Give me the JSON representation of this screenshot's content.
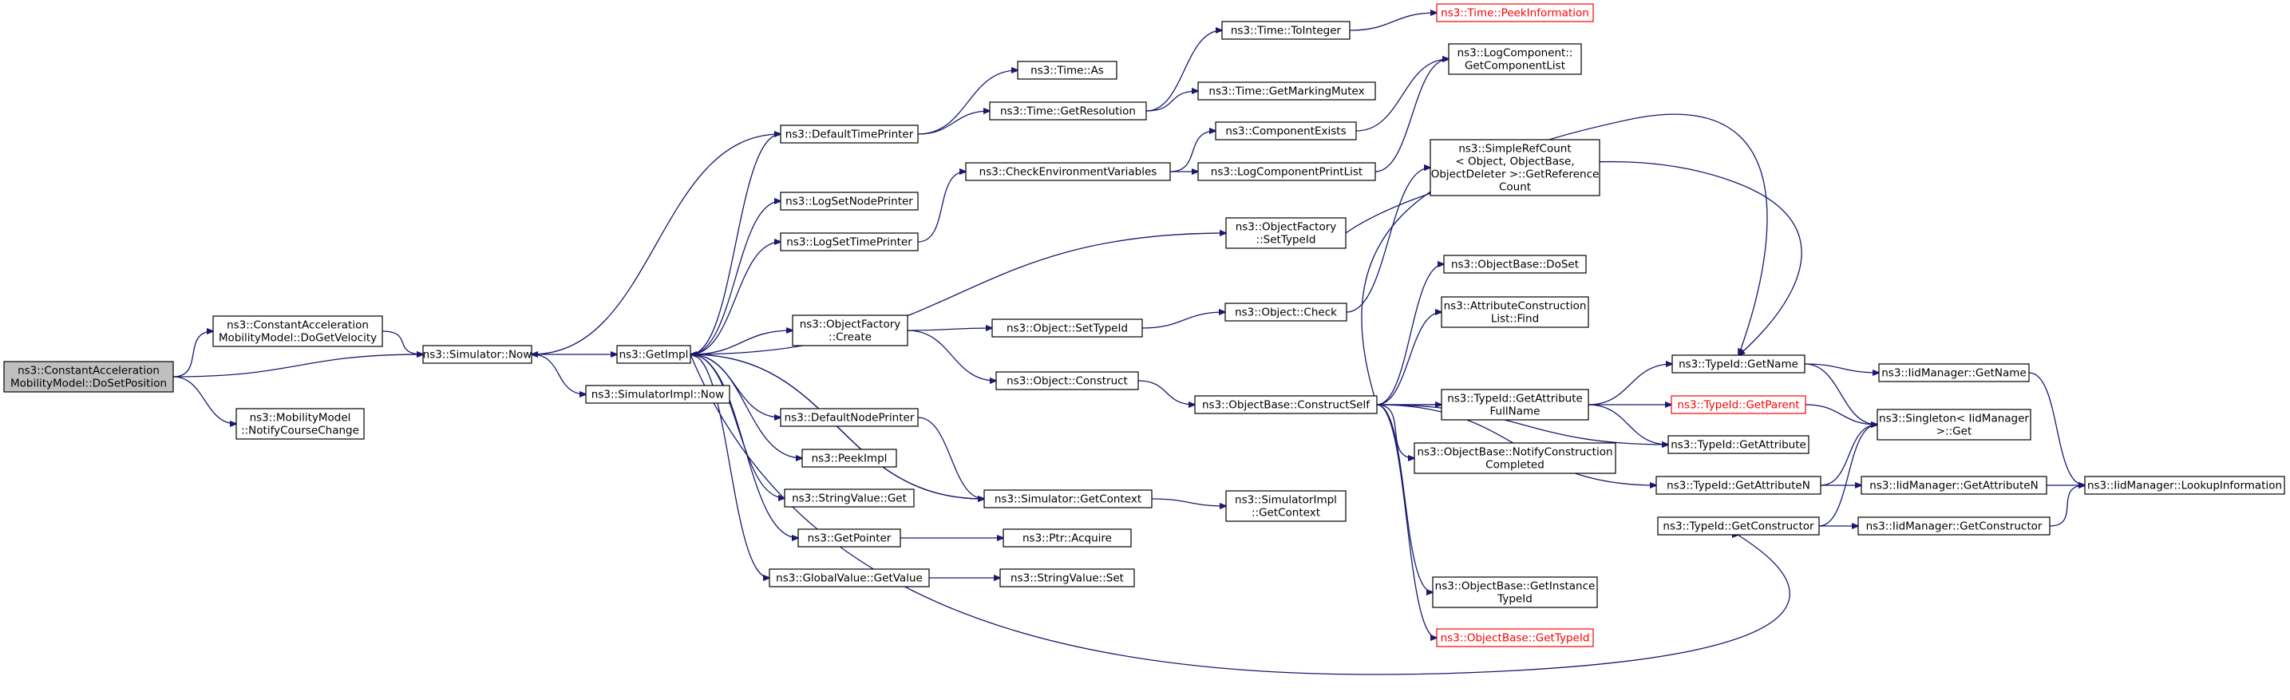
{
  "graph": {
    "colors": {
      "edge": "#191970",
      "root_fill": "#bfbfbf",
      "missing_doc": "#ff0000"
    },
    "nodes": [
      {
        "id": "n_root",
        "name": "node-constantaccelerationmobilitymodel-dosetposition",
        "lines": [
          "ns3::ConstantAcceleration",
          "MobilityModel::DoSetPosition"
        ],
        "style": "root"
      },
      {
        "id": "n_dogetvelocity",
        "name": "node-constantaccelerationmobilitymodel-dogetvelocity",
        "lines": [
          "ns3::ConstantAcceleration",
          "MobilityModel::DoGetVelocity"
        ]
      },
      {
        "id": "n_notifycoursechange",
        "name": "node-mobilitymodel-notifycoursechange",
        "lines": [
          "ns3::MobilityModel",
          "::NotifyCourseChange"
        ]
      },
      {
        "id": "n_simnow",
        "name": "node-simulator-now",
        "lines": [
          "ns3::Simulator::Now"
        ]
      },
      {
        "id": "n_getimpl",
        "name": "node-getimpl",
        "lines": [
          "ns3::GetImpl"
        ]
      },
      {
        "id": "n_simimplnow",
        "name": "node-simulatorimpl-now",
        "lines": [
          "ns3::SimulatorImpl::Now"
        ]
      },
      {
        "id": "n_defaulttimeprinter",
        "name": "node-defaulttimeprinter",
        "lines": [
          "ns3::DefaultTimePrinter"
        ]
      },
      {
        "id": "n_logsetnodeprinter",
        "name": "node-logsetnodeprinter",
        "lines": [
          "ns3::LogSetNodePrinter"
        ]
      },
      {
        "id": "n_logsettimeprinter",
        "name": "node-logsettimeprinter",
        "lines": [
          "ns3::LogSetTimePrinter"
        ]
      },
      {
        "id": "n_objfactorycreate",
        "name": "node-objectfactory-create",
        "lines": [
          "ns3::ObjectFactory",
          "::Create"
        ]
      },
      {
        "id": "n_defaultnodeprinter",
        "name": "node-defaultnodeprinter",
        "lines": [
          "ns3::DefaultNodePrinter"
        ]
      },
      {
        "id": "n_peekimpl",
        "name": "node-peekimpl",
        "lines": [
          "ns3::PeekImpl"
        ]
      },
      {
        "id": "n_stringvalueget",
        "name": "node-stringvalue-get",
        "lines": [
          "ns3::StringValue::Get"
        ]
      },
      {
        "id": "n_getpointer",
        "name": "node-getpointer",
        "lines": [
          "ns3::GetPointer"
        ]
      },
      {
        "id": "n_globalvaluegetvalue",
        "name": "node-globalvalue-getvalue",
        "lines": [
          "ns3::GlobalValue::GetValue"
        ]
      },
      {
        "id": "n_timeas",
        "name": "node-time-as",
        "lines": [
          "ns3::Time::As"
        ]
      },
      {
        "id": "n_timegetresolution",
        "name": "node-time-getresolution",
        "lines": [
          "ns3::Time::GetResolution"
        ]
      },
      {
        "id": "n_checkenv",
        "name": "node-checkenvironmentvariables",
        "lines": [
          "ns3::CheckEnvironmentVariables"
        ]
      },
      {
        "id": "n_objsettypeid",
        "name": "node-object-settypeid",
        "lines": [
          "ns3::Object::SetTypeId"
        ]
      },
      {
        "id": "n_objconstruct",
        "name": "node-object-construct",
        "lines": [
          "ns3::Object::Construct"
        ]
      },
      {
        "id": "n_simgetcontext",
        "name": "node-simulator-getcontext",
        "lines": [
          "ns3::Simulator::GetContext"
        ]
      },
      {
        "id": "n_ptracquire",
        "name": "node-ptr-acquire",
        "lines": [
          "ns3::Ptr::Acquire"
        ]
      },
      {
        "id": "n_stringvalueset",
        "name": "node-stringvalue-set",
        "lines": [
          "ns3::StringValue::Set"
        ]
      },
      {
        "id": "n_timetointeger",
        "name": "node-time-tointeger",
        "lines": [
          "ns3::Time::ToInteger"
        ]
      },
      {
        "id": "n_timegetmarkingmutex",
        "name": "node-time-getmarkingmutex",
        "lines": [
          "ns3::Time::GetMarkingMutex"
        ]
      },
      {
        "id": "n_componentexists",
        "name": "node-componentexists",
        "lines": [
          "ns3::ComponentExists"
        ]
      },
      {
        "id": "n_logcomponentprintlist",
        "name": "node-logcomponentprintlist",
        "lines": [
          "ns3::LogComponentPrintList"
        ]
      },
      {
        "id": "n_objfactorysettypeid",
        "name": "node-objectfactory-settypeid",
        "lines": [
          "ns3::ObjectFactory",
          "::SetTypeId"
        ]
      },
      {
        "id": "n_objcheck",
        "name": "node-object-check",
        "lines": [
          "ns3::Object::Check"
        ]
      },
      {
        "id": "n_constructself",
        "name": "node-objectbase-constructself",
        "lines": [
          "ns3::ObjectBase::ConstructSelf"
        ]
      },
      {
        "id": "n_simimplgetcontext",
        "name": "node-simulatorimpl-getcontext",
        "lines": [
          "ns3::SimulatorImpl",
          "::GetContext"
        ]
      },
      {
        "id": "n_timepeekinfo",
        "name": "node-time-peekinformation",
        "lines": [
          "ns3::Time::PeekInformation"
        ],
        "style": "red"
      },
      {
        "id": "n_logcompgetlist",
        "name": "node-logcomponent-getcomponentlist",
        "lines": [
          "ns3::LogComponent::",
          "GetComponentList"
        ]
      },
      {
        "id": "n_simplerefcount",
        "name": "node-simplerefcount-getreferencecount",
        "lines": [
          "ns3::SimpleRefCount",
          "< Object, ObjectBase,",
          "ObjectDeleter >::GetReference",
          "Count"
        ]
      },
      {
        "id": "n_objbasedoset",
        "name": "node-objectbase-doset",
        "lines": [
          "ns3::ObjectBase::DoSet"
        ]
      },
      {
        "id": "n_attrconstructfind",
        "name": "node-attributeconstructionlist-find",
        "lines": [
          "ns3::AttributeConstruction",
          "List::Find"
        ]
      },
      {
        "id": "n_typeidgetattrfullname",
        "name": "node-typeid-getattributefullname",
        "lines": [
          "ns3::TypeId::GetAttribute",
          "FullName"
        ]
      },
      {
        "id": "n_notifyconstructcompleted",
        "name": "node-objectbase-notifyconstructioncompleted",
        "lines": [
          "ns3::ObjectBase::NotifyConstruction",
          "Completed"
        ]
      },
      {
        "id": "n_getinstancetypeid",
        "name": "node-objectbase-getinstancetypeid",
        "lines": [
          "ns3::ObjectBase::GetInstance",
          "TypeId"
        ]
      },
      {
        "id": "n_objbasegettypeid",
        "name": "node-objectbase-gettypeid",
        "lines": [
          "ns3::ObjectBase::GetTypeId"
        ],
        "style": "red"
      },
      {
        "id": "n_typeidgetname",
        "name": "node-typeid-getname",
        "lines": [
          "ns3::TypeId::GetName"
        ]
      },
      {
        "id": "n_typeidgetparent",
        "name": "node-typeid-getparent",
        "lines": [
          "ns3::TypeId::GetParent"
        ],
        "style": "red"
      },
      {
        "id": "n_typeidgetattribute",
        "name": "node-typeid-getattribute",
        "lines": [
          "ns3::TypeId::GetAttribute"
        ]
      },
      {
        "id": "n_typeidgetattributen",
        "name": "node-typeid-getattributen",
        "lines": [
          "ns3::TypeId::GetAttributeN"
        ]
      },
      {
        "id": "n_typeidgetconstructor",
        "name": "node-typeid-getconstructor",
        "lines": [
          "ns3::TypeId::GetConstructor"
        ]
      },
      {
        "id": "n_iidmgrgetname",
        "name": "node-iidmanager-getname",
        "lines": [
          "ns3::IidManager::GetName"
        ]
      },
      {
        "id": "n_singletonget",
        "name": "node-singleton-iidmanager-get",
        "lines": [
          "ns3::Singleton< IidManager",
          ">::Get"
        ]
      },
      {
        "id": "n_iidmgrgetattrn",
        "name": "node-iidmanager-getattributen",
        "lines": [
          "ns3::IidManager::GetAttributeN"
        ]
      },
      {
        "id": "n_iidmgrgetconstructor",
        "name": "node-iidmanager-getconstructor",
        "lines": [
          "ns3::IidManager::GetConstructor"
        ]
      },
      {
        "id": "n_iidmgrlookup",
        "name": "node-iidmanager-lookupinformation",
        "lines": [
          "ns3::IidManager::LookupInformation"
        ]
      }
    ],
    "edges": [
      [
        "n_root",
        "n_dogetvelocity"
      ],
      [
        "n_root",
        "n_simnow"
      ],
      [
        "n_root",
        "n_notifycoursechange"
      ],
      [
        "n_dogetvelocity",
        "n_simnow"
      ],
      [
        "n_simnow",
        "n_getimpl"
      ],
      [
        "n_simnow",
        "n_simimplnow"
      ],
      [
        "n_getimpl",
        "n_defaulttimeprinter"
      ],
      [
        "n_getimpl",
        "n_logsetnodeprinter"
      ],
      [
        "n_getimpl",
        "n_logsettimeprinter"
      ],
      [
        "n_getimpl",
        "n_objfactorysettypeid"
      ],
      [
        "n_getimpl",
        "n_objfactorycreate"
      ],
      [
        "n_getimpl",
        "n_defaultnodeprinter"
      ],
      [
        "n_getimpl",
        "n_peekimpl"
      ],
      [
        "n_getimpl",
        "n_stringvalueget"
      ],
      [
        "n_getimpl",
        "n_getpointer"
      ],
      [
        "n_getimpl",
        "n_globalvaluegetvalue"
      ],
      [
        "n_getimpl",
        "n_simgetcontext"
      ],
      [
        "n_getimpl",
        "n_typeidgetconstructor"
      ],
      [
        "n_defaulttimeprinter",
        "n_simnow"
      ],
      [
        "n_defaulttimeprinter",
        "n_timeas"
      ],
      [
        "n_defaulttimeprinter",
        "n_timegetresolution"
      ],
      [
        "n_logsettimeprinter",
        "n_checkenv"
      ],
      [
        "n_objfactorycreate",
        "n_objsettypeid"
      ],
      [
        "n_objfactorycreate",
        "n_objconstruct"
      ],
      [
        "n_defaultnodeprinter",
        "n_simgetcontext"
      ],
      [
        "n_simgetcontext",
        "n_getimpl"
      ],
      [
        "n_simgetcontext",
        "n_simimplgetcontext"
      ],
      [
        "n_getpointer",
        "n_ptracquire"
      ],
      [
        "n_globalvaluegetvalue",
        "n_stringvalueset"
      ],
      [
        "n_timegetresolution",
        "n_timetointeger"
      ],
      [
        "n_timegetresolution",
        "n_timegetmarkingmutex"
      ],
      [
        "n_timetointeger",
        "n_timepeekinfo"
      ],
      [
        "n_checkenv",
        "n_componentexists"
      ],
      [
        "n_checkenv",
        "n_logcomponentprintlist"
      ],
      [
        "n_componentexists",
        "n_logcompgetlist"
      ],
      [
        "n_logcomponentprintlist",
        "n_logcompgetlist"
      ],
      [
        "n_objfactorysettypeid",
        "n_typeidgetname"
      ],
      [
        "n_objsettypeid",
        "n_objcheck"
      ],
      [
        "n_objcheck",
        "n_simplerefcount"
      ],
      [
        "n_objconstruct",
        "n_constructself"
      ],
      [
        "n_constructself",
        "n_objbasedoset"
      ],
      [
        "n_constructself",
        "n_attrconstructfind"
      ],
      [
        "n_constructself",
        "n_typeidgetattrfullname"
      ],
      [
        "n_constructself",
        "n_notifyconstructcompleted"
      ],
      [
        "n_constructself",
        "n_getinstancetypeid"
      ],
      [
        "n_constructself",
        "n_objbasegettypeid"
      ],
      [
        "n_constructself",
        "n_typeidgetname"
      ],
      [
        "n_constructself",
        "n_typeidgetparent"
      ],
      [
        "n_constructself",
        "n_typeidgetattribute"
      ],
      [
        "n_constructself",
        "n_typeidgetattributen"
      ],
      [
        "n_typeidgetattrfullname",
        "n_typeidgetname"
      ],
      [
        "n_typeidgetattrfullname",
        "n_typeidgetattribute"
      ],
      [
        "n_typeidgetname",
        "n_iidmgrgetname"
      ],
      [
        "n_typeidgetname",
        "n_singletonget"
      ],
      [
        "n_typeidgetparent",
        "n_singletonget"
      ],
      [
        "n_typeidgetattributen",
        "n_singletonget"
      ],
      [
        "n_typeidgetattributen",
        "n_iidmgrgetattrn"
      ],
      [
        "n_typeidgetconstructor",
        "n_singletonget"
      ],
      [
        "n_typeidgetconstructor",
        "n_iidmgrgetconstructor"
      ],
      [
        "n_iidmgrgetname",
        "n_iidmgrlookup"
      ],
      [
        "n_iidmgrgetattrn",
        "n_iidmgrlookup"
      ],
      [
        "n_iidmgrgetconstructor",
        "n_iidmgrlookup"
      ]
    ]
  }
}
